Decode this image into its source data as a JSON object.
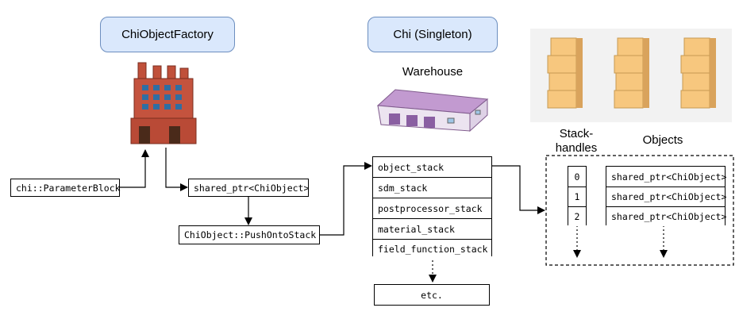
{
  "factory": {
    "title": "ChiObjectFactory",
    "icon": "factory-icon"
  },
  "singleton": {
    "title": "Chi (Singleton)",
    "subtitle": "Warehouse",
    "icon": "warehouse-icon"
  },
  "boxes": {
    "parameter_block": "chi::ParameterBlock",
    "shared_ptr": "shared_ptr<ChiObject>",
    "push_onto_stack": "ChiObject::PushOntoStack",
    "etc": "etc."
  },
  "stacks": [
    "object_stack",
    "sdm_stack",
    "postprocessor_stack",
    "material_stack",
    "field_function_stack"
  ],
  "handles": {
    "header_line1": "Stack-",
    "header_line2": "handles",
    "values": [
      "0",
      "1",
      "2"
    ]
  },
  "objects": {
    "header": "Objects",
    "values": [
      "shared_ptr<ChiObject>",
      "shared_ptr<ChiObject>",
      "shared_ptr<ChiObject>"
    ]
  },
  "colors": {
    "pill_fill": "#dae8fc",
    "pill_stroke": "#6c8ebf",
    "box_fill": "#f7c77e",
    "brick": "#c0503a",
    "roof": "#b48fc0"
  }
}
